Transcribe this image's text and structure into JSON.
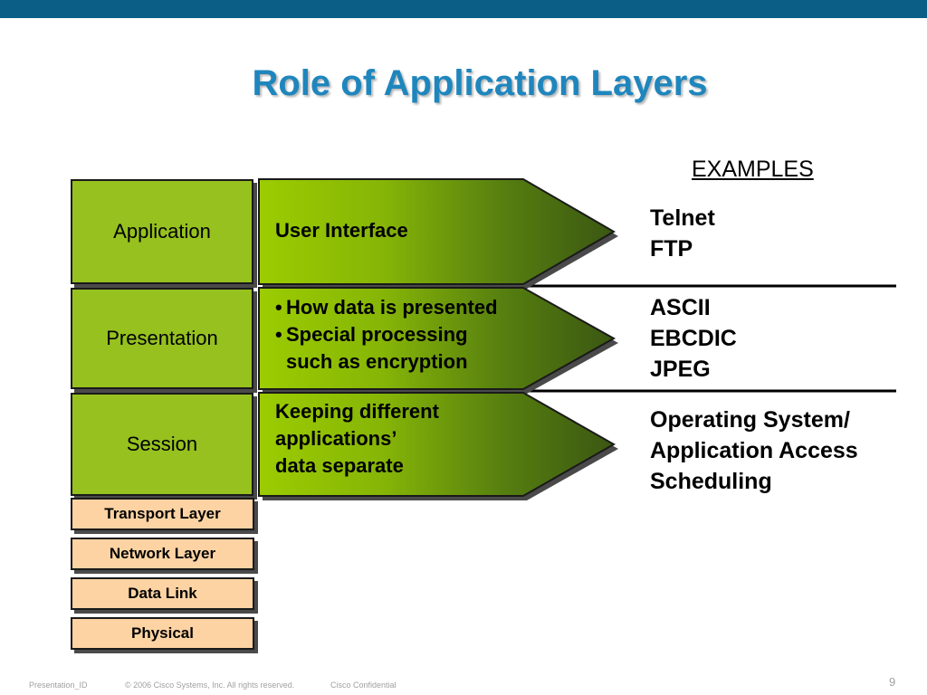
{
  "title": "Role of Application Layers",
  "examples_header": "EXAMPLES",
  "layers": [
    {
      "name": "Application",
      "function_text": "User Interface",
      "examples": [
        "Telnet",
        "FTP"
      ]
    },
    {
      "name": "Presentation",
      "function_bullets": [
        "How data is presented",
        "Special processing",
        "such as encryption"
      ],
      "examples": [
        "ASCII",
        "EBCDIC",
        "JPEG"
      ]
    },
    {
      "name": "Session",
      "function_lines": [
        "Keeping different",
        "applications’",
        "data separate"
      ],
      "examples": [
        "Operating System/",
        "Application Access",
        "Scheduling"
      ]
    }
  ],
  "lower_layers": [
    "Transport Layer",
    "Network Layer",
    "Data Link",
    "Physical"
  ],
  "footer": {
    "presentation_id": "Presentation_ID",
    "copyright": "© 2006 Cisco Systems, Inc. All rights reserved.",
    "confidential": "Cisco Confidential",
    "page_number": "9"
  },
  "colors": {
    "top_bar": "#0b5f86",
    "title": "#1f86bd",
    "upper_layer_fill": "#96c11f",
    "lower_layer_fill": "#fdd3a3"
  }
}
